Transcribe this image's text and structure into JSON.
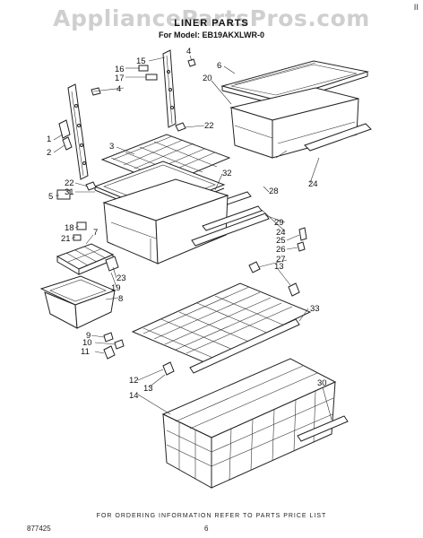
{
  "watermark": "AppliancePartsPros.com",
  "corner_mark": "II",
  "title": "LINER PARTS",
  "model_line": "For Model: EB19AKXLWR-0",
  "footer_note": "FOR ORDERING INFORMATION REFER TO PARTS PRICE LIST",
  "bottom_left_code": "877425",
  "page_number": "6",
  "callouts": [
    "1",
    "2",
    "3",
    "4",
    "5",
    "6",
    "7",
    "8",
    "9",
    "10",
    "11",
    "12",
    "13",
    "14",
    "15",
    "16",
    "17",
    "18",
    "19",
    "20",
    "21",
    "22",
    "23",
    "24",
    "25",
    "26",
    "27",
    "28",
    "29",
    "30",
    "31",
    "32",
    "33"
  ]
}
